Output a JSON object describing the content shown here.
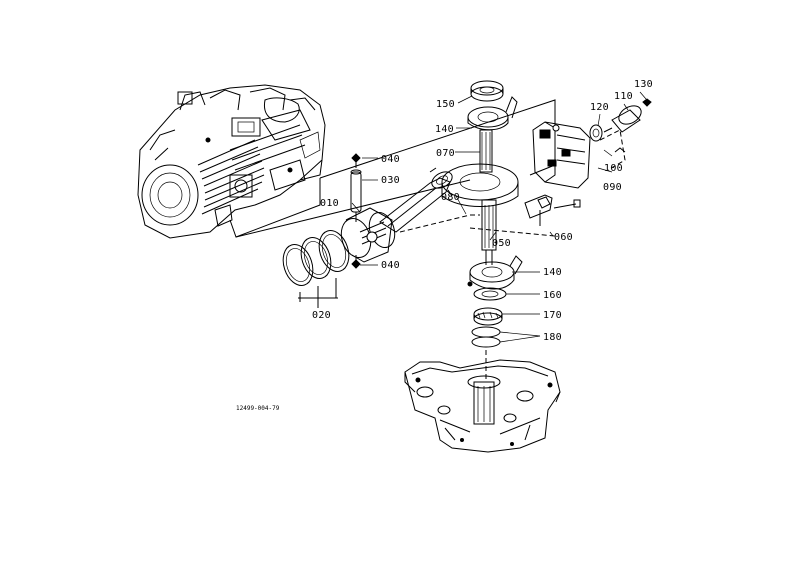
{
  "diagram": {
    "reference_code": "12499-004-79",
    "parts": [
      {
        "id": "piston",
        "label": "010"
      },
      {
        "id": "piston-rings",
        "label": "020"
      },
      {
        "id": "piston-pin",
        "label": "030"
      },
      {
        "id": "circlip-top",
        "label": "040"
      },
      {
        "id": "circlip-bottom",
        "label": "040"
      },
      {
        "id": "connecting-rod-cap",
        "label": "050"
      },
      {
        "id": "rod-bolt",
        "label": "060"
      },
      {
        "id": "connecting-rod",
        "label": "080"
      },
      {
        "id": "crankshaft",
        "label": "070"
      },
      {
        "id": "balancer-housing",
        "label": "090"
      },
      {
        "id": "balancer-washer",
        "label": "100"
      },
      {
        "id": "balancer-shaft",
        "label": "110"
      },
      {
        "id": "balancer-ring",
        "label": "120"
      },
      {
        "id": "balancer-bolt",
        "label": "130"
      },
      {
        "id": "bearing-plate-upper",
        "label": "140"
      },
      {
        "id": "bearing-plate-lower",
        "label": "140"
      },
      {
        "id": "oil-seal-upper",
        "label": "150"
      },
      {
        "id": "oil-seal-lower",
        "label": "160"
      },
      {
        "id": "ball-bearing",
        "label": "170"
      },
      {
        "id": "bearing-shim",
        "label": "180"
      }
    ]
  }
}
